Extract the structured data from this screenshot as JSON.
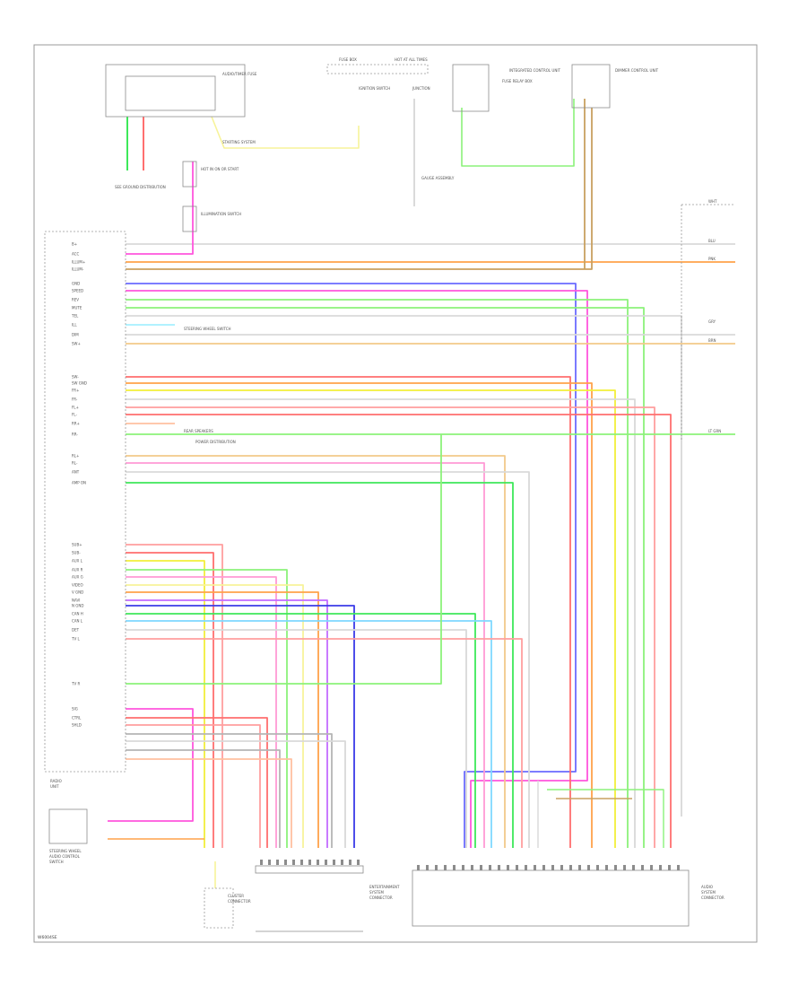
{
  "diagram": {
    "footer_code": "W6004SE",
    "module_label": [
      "RADIO",
      "UNIT"
    ],
    "steering_label": [
      "STEERING WHEEL",
      "AUDIO CONTROL",
      "SWITCH"
    ],
    "left_connector_label": [
      "CLUSTER",
      "CONNECTOR"
    ],
    "mid_connector_label": [
      "ENTERTAINMENT",
      "SYSTEM",
      "CONNECTOR"
    ],
    "right_connector_label": [
      "AUDIO",
      "SYSTEM",
      "CONNECTOR"
    ],
    "top_labels": [
      "AUDIO/TIMER FUSE",
      "FUSE BOX",
      "INTEGRATED CONTROL UNIT",
      "STARTING SYSTEM",
      "SEE GROUND DISTRIBUTION",
      "HOT AT ALL TIMES",
      "HOT IN ON OR START",
      "ILLUMINATION SWITCH",
      "GAUGE ASSEMBLY",
      "IGNITION SWITCH",
      "JUNCTION",
      "DIMMER CONTROL UNIT",
      "FUSE RELAY BOX"
    ],
    "side_notes": [
      "STEERING WHEEL SWITCH",
      "REAR SPEAKERS",
      "POWER DISTRIBUTION"
    ],
    "right_tags": [
      "WHT",
      "BLU",
      "PNK",
      "GRY",
      "BRN",
      "LT GRN"
    ],
    "pin_labels": [
      "B+",
      "ACC",
      "ILLUM+",
      "ILLUM-",
      "GND",
      "SPEED",
      "REV",
      "MUTE",
      "TEL",
      "ILL",
      "DIM",
      "SW+",
      "SW-",
      "SW GND",
      "FR+",
      "FR-",
      "FL+",
      "FL-",
      "RR+",
      "RR-",
      "RL+",
      "RL-",
      "ANT",
      "AMP ON",
      "SUB+",
      "SUB-",
      "AUX L",
      "AUX R",
      "AUX G",
      "VIDEO",
      "V GND",
      "NAVI",
      "N GND",
      "CAN H",
      "CAN L",
      "DET",
      "TV L",
      "TV R",
      "SIG",
      "CTRL",
      "SHLD"
    ],
    "wire_colors": {
      "WHT": "#d9d9d9",
      "GRY": "#b5b5b5",
      "PNK": "#ff9ad5",
      "MAG": "#ff55dd",
      "ORN": "#ffa24a",
      "BRN": "#c9a060",
      "TAN": "#f2c98a",
      "YEL": "#f2ef3a",
      "LYEL": "#f7f39a",
      "LGRN": "#8cf27a",
      "GRN": "#3ee85a",
      "BLU": "#6b6bff",
      "DBLU": "#3b3be8",
      "LBLU": "#7fd8ff",
      "CYN": "#a6f0ff",
      "RED": "#ff6f6f",
      "SAL": "#ff9f9f",
      "PEACH": "#ffc0a0",
      "VIO": "#c36bff"
    }
  }
}
